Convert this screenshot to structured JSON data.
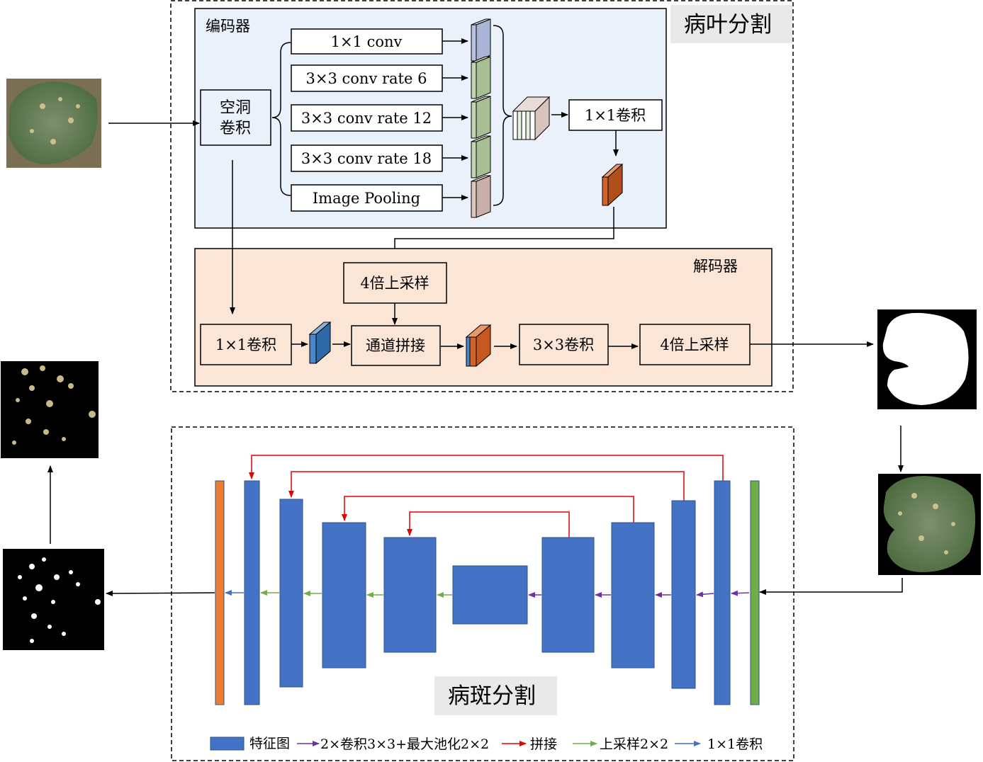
{
  "stage1": {
    "title": "病叶分割",
    "encoder": {
      "label": "编码器",
      "atrous_line1": "空洞",
      "atrous_line2": "卷积",
      "branches": [
        "1×1 conv",
        "3×3 conv rate 6",
        "3×3 conv rate 12",
        "3×3 conv rate 18",
        "Image Pooling"
      ],
      "conv1x1": "1×1卷积"
    },
    "decoder": {
      "label": "解码器",
      "upsample_top": "4倍上采样",
      "conv1x1": "1×1卷积",
      "concat": "通道拼接",
      "conv3x3": "3×3卷积",
      "upsample_out": "4倍上采样"
    }
  },
  "stage2": {
    "title": "病斑分割",
    "legend": {
      "feature_map": "特征图",
      "conv_pool": "2×卷积3×3+最大池化2×2",
      "concat": "拼接",
      "upsample": "上采样2×2",
      "conv1x1": "1×1卷积"
    }
  },
  "colors": {
    "encoder_bg": "#eaf1fa",
    "decoder_bg": "#fbe5d6",
    "feature_blue": "#4472c4",
    "out_orange": "#ed7d31",
    "in_green": "#70ad47",
    "skip_red": "#e60000",
    "down_purple": "#7030a0",
    "up_green": "#70ad47",
    "conv_blue": "#4472c4",
    "title_bg": "#e9e9e9"
  }
}
